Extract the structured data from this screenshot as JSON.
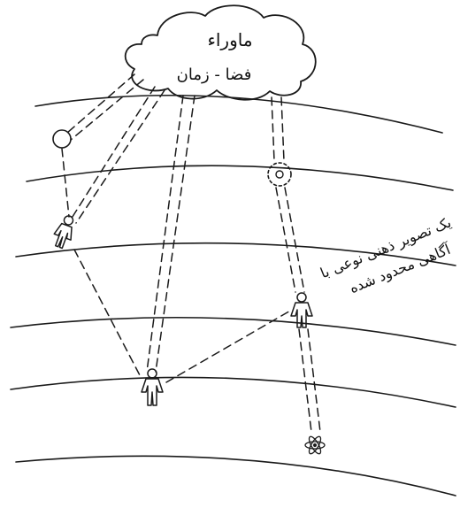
{
  "cloud": {
    "title": "ماوراء",
    "subtitle": "فضا - زمان"
  },
  "annotation": {
    "line1": "یک تصویر ذهنی نوعی با",
    "line2": "آگاهی محدود شده"
  },
  "figures": {
    "circle_top_left": "circle",
    "dotted_circle": "dotted-circle",
    "person_upper_left": "person",
    "person_right": "person",
    "person_bottom": "person",
    "atom": "atom"
  }
}
